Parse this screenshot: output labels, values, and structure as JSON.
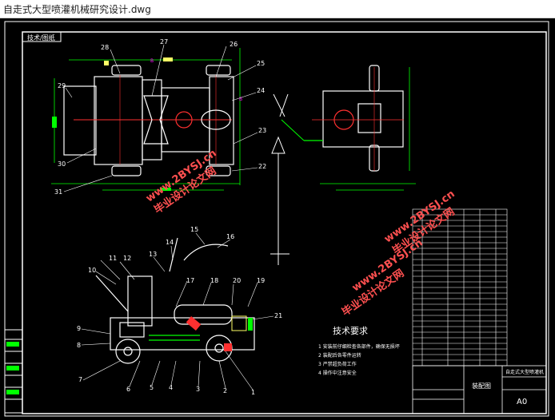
{
  "window": {
    "title": "自走式大型喷灌机械研究设计.dwg"
  },
  "drawing": {
    "stamp": "技术/图纸",
    "top_view_labels": {
      "l27": "27",
      "l26": "26",
      "l28": "28",
      "l25": "25",
      "l24": "24",
      "l29": "29",
      "l23": "23",
      "l30": "30",
      "l22": "22",
      "l31": "31"
    },
    "side_view_labels": {
      "l15": "15",
      "l14": "14",
      "l16": "16",
      "l12": "12",
      "l13": "13",
      "l11": "11",
      "l10": "10",
      "l17": "17",
      "l18": "18",
      "l20": "20",
      "l19": "19",
      "l21": "21",
      "l9": "9",
      "l8": "8",
      "l7": "7",
      "l6": "6",
      "l5": "5",
      "l4": "4",
      "l3": "3",
      "l2": "2",
      "l1": "1"
    },
    "tech_req": {
      "heading": "技术要求",
      "items": [
        "1 安装前仔细检查各部件，确保无损坏",
        "2 装配后各零件运转",
        "3 严禁超负荷工作",
        "4 操作中注意安全"
      ]
    },
    "watermarks": [
      {
        "domain": "www.2BYSJ.cn",
        "name": "毕业设计论文网"
      },
      {
        "domain": "www.2BYSJ.cn",
        "name": "毕业设计论文网"
      },
      {
        "domain": "www.2BYSJ.cn",
        "name": "毕业设计论文网"
      }
    ],
    "title_block": {
      "sheet_size": "A0",
      "name": "自走式大型喷灌机",
      "drawing_label": "装配图"
    }
  },
  "colors": {
    "frame": "#ffffff",
    "part": "#ffffff",
    "dim": "#00ff00",
    "centerline": "#ff3030",
    "accent": "#ff00ff",
    "watermark": "#ff4040",
    "leader": "#00ff00",
    "yellow": "#ffff66",
    "cyan": "#00ffff"
  }
}
